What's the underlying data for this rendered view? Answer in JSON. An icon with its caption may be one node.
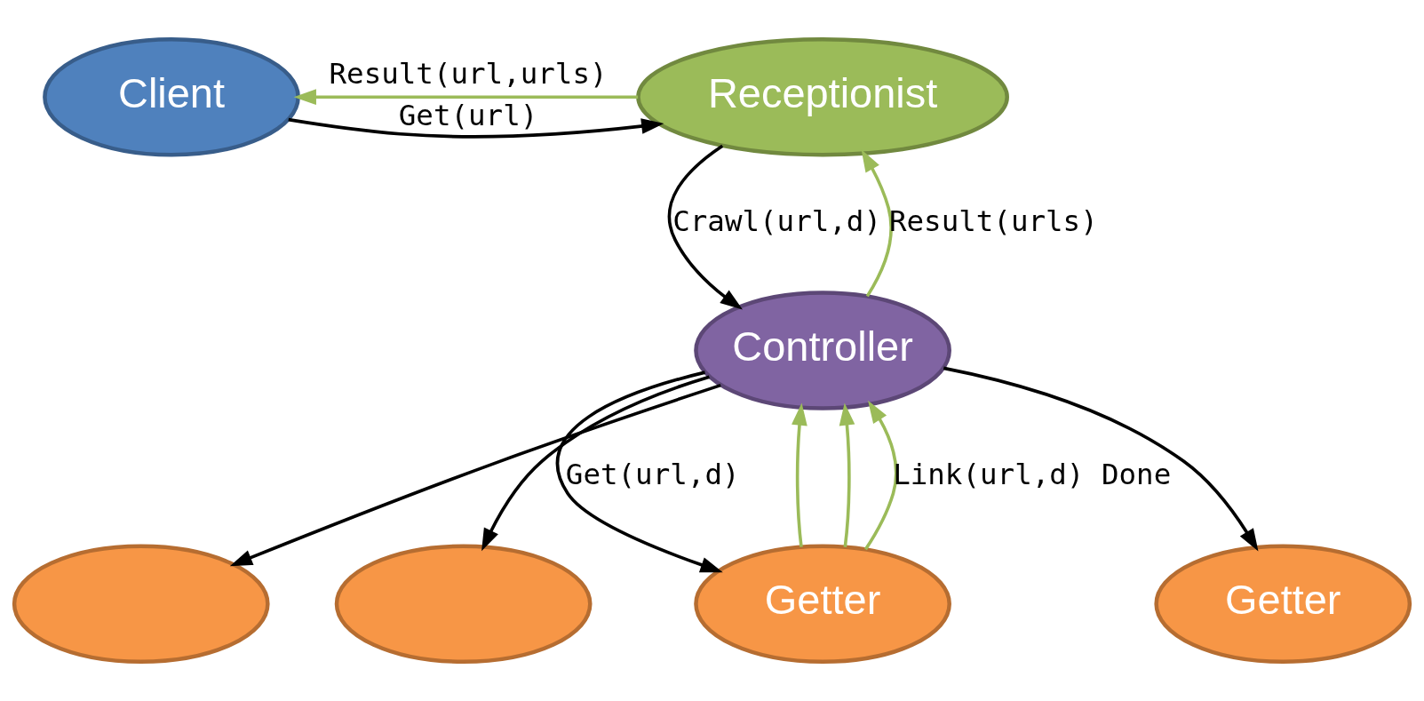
{
  "diagram": {
    "nodes": [
      {
        "text": [
          "Client"
        ]
      },
      {
        "text": [
          "Receptionist"
        ]
      },
      {
        "text": [
          "Controller"
        ]
      },
      {
        "text": [
          "Getter"
        ]
      },
      {
        "text": [],
        "shape": "ellipse"
      },
      {
        "text": [],
        "shape": "ellipse"
      },
      {
        "text": [
          "Getter"
        ]
      }
    ],
    "edges": [
      {
        "from": 0,
        "to": 1,
        "arrow": "to",
        "label": "Get(url)"
      },
      {
        "from": 1,
        "to": 0,
        "arrow": "to",
        "label": "Result(url,urls)",
        "color": "#9bbb59"
      },
      {
        "from": 1,
        "to": 2,
        "arrow": "to",
        "label": "Crawl(url,d)"
      },
      {
        "from": 2,
        "to": 1,
        "arrow": "to",
        "label": "Result(urls)",
        "color": "#9bbb59"
      },
      {
        "from": 2,
        "to": 3,
        "arrow": "to",
        "label": "Get(url,d)"
      },
      {
        "from": 3,
        "to": 2,
        "arrow": "to",
        "color": "#9bbb59"
      },
      {
        "from": 3,
        "to": 2,
        "arrow": "to",
        "color": "#9bbb59"
      },
      {
        "from": 3,
        "to": 2,
        "arrow": "to",
        "label": "Link(url,d) Done",
        "color": "#9bbb59"
      },
      {
        "from": 2,
        "to": 4,
        "arrow": "to"
      },
      {
        "from": 2,
        "to": 5,
        "arrow": "to"
      },
      {
        "from": 2,
        "to": 6,
        "arrow": "to"
      }
    ]
  }
}
